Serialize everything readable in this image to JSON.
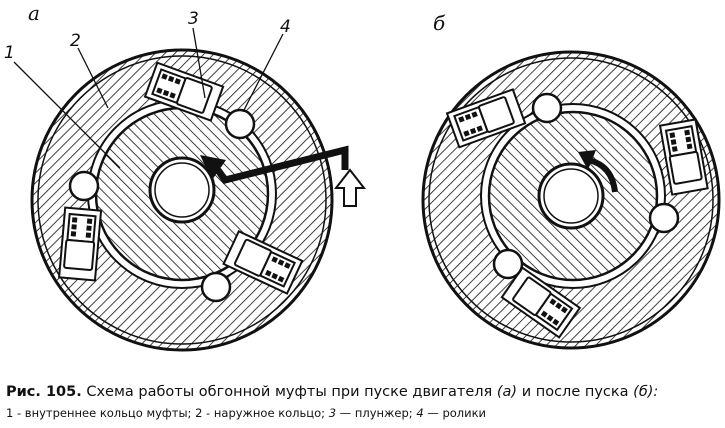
{
  "figure": {
    "view_a": {
      "letter": "а"
    },
    "view_b": {
      "letter": "б"
    },
    "callouts": [
      "1",
      "2",
      "3",
      "4"
    ]
  },
  "caption": {
    "fig_label": "Рис. 105.",
    "title_1": " Схема работы обгонной муфты при пуске двигателя ",
    "title_a": "(а)",
    "title_2": " и после пуска ",
    "title_b": "(б):",
    "legend": [
      {
        "num": "1",
        "sep": " - ",
        "text": "внутреннее кольцо муфты; "
      },
      {
        "num": "2",
        "sep": " - ",
        "text": "наружное кольцо; "
      },
      {
        "num": "3",
        "sep": " — ",
        "text": "плунжер; "
      },
      {
        "num": "4",
        "sep": " — ",
        "text": "ролики"
      }
    ]
  }
}
